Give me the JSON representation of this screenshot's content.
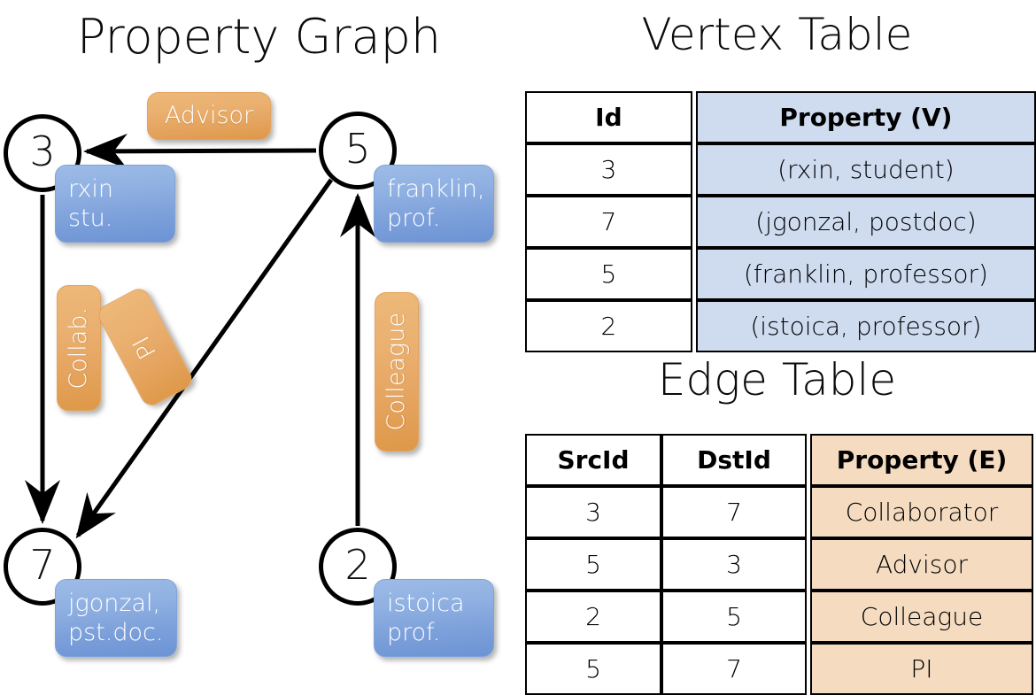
{
  "titles": {
    "property_graph": "Property Graph",
    "vertex_table": "Vertex Table",
    "edge_table": "Edge Table"
  },
  "graph": {
    "nodes": [
      {
        "id": "3",
        "property": "rxin\nstu."
      },
      {
        "id": "5",
        "property": "franklin,\nprof."
      },
      {
        "id": "7",
        "property": "jgonzal,\npst.doc."
      },
      {
        "id": "2",
        "property": "istoica\nprof."
      }
    ],
    "edge_labels": [
      {
        "name": "advisor",
        "text": "Advisor"
      },
      {
        "name": "collab",
        "text": "Collab."
      },
      {
        "name": "pi",
        "text": "PI"
      },
      {
        "name": "colleague",
        "text": "Colleague"
      }
    ],
    "colors": {
      "vertex_box": "#8fb0e2",
      "edge_box": "#eab070",
      "node_stroke": "#000000"
    }
  },
  "vertex_table": {
    "headers": [
      "Id",
      "Property (V)"
    ],
    "rows": [
      [
        "3",
        "(rxin, student)"
      ],
      [
        "7",
        "(jgonzal, postdoc)"
      ],
      [
        "5",
        "(franklin, professor)"
      ],
      [
        "2",
        "(istoica, professor)"
      ]
    ],
    "property_fill": "#cfdcf0"
  },
  "edge_table": {
    "headers": [
      "SrcId",
      "DstId",
      "Property (E)"
    ],
    "rows": [
      [
        "3",
        "7",
        "Collaborator"
      ],
      [
        "5",
        "3",
        "Advisor"
      ],
      [
        "2",
        "5",
        "Colleague"
      ],
      [
        "5",
        "7",
        "PI"
      ]
    ],
    "property_fill": "#f5dcc1"
  }
}
